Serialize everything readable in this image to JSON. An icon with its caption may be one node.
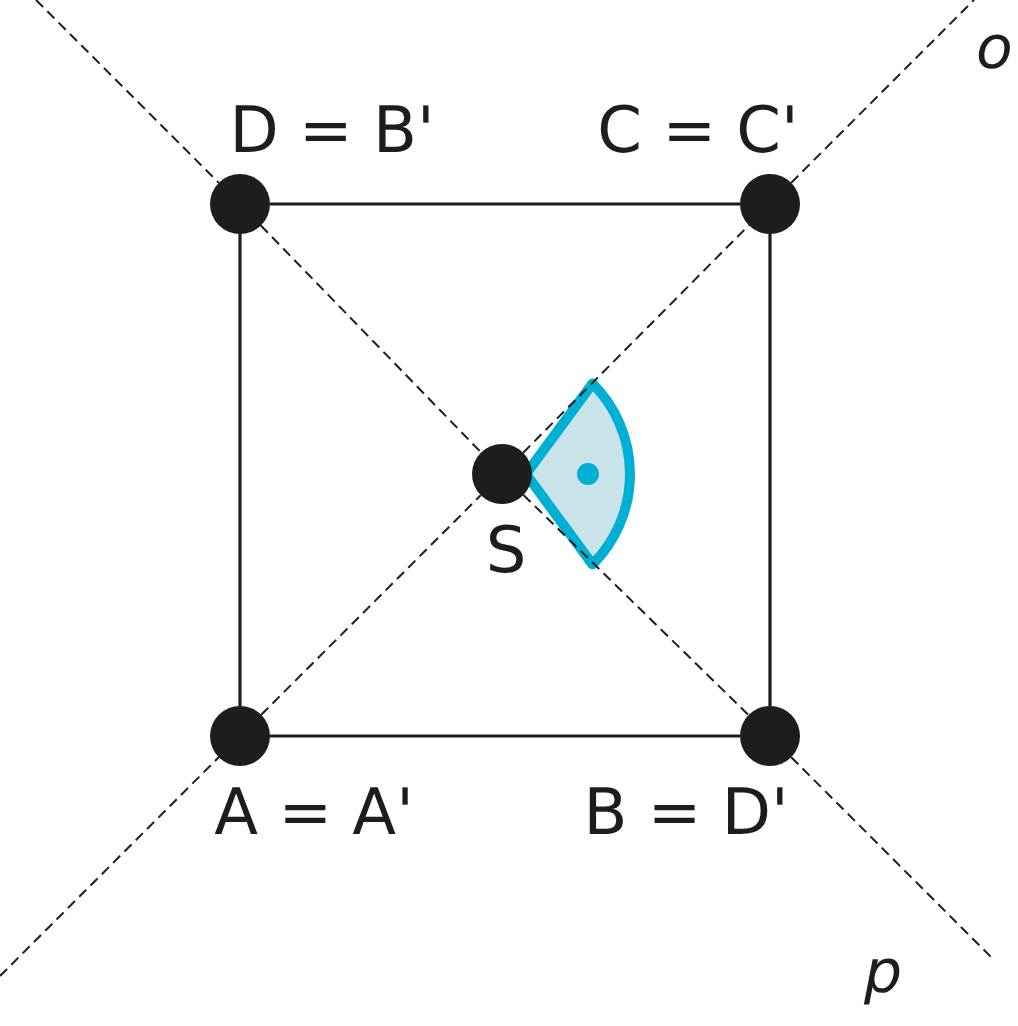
{
  "diagram": {
    "nodes": [
      {
        "text": [
          "D = B'"
        ]
      },
      {
        "text": [
          "C = C'"
        ]
      },
      {
        "text": [
          "S"
        ]
      },
      {
        "text": [
          "A = A'"
        ]
      },
      {
        "text": [
          "B = D'"
        ]
      }
    ],
    "edges": [
      {
        "from": 0,
        "to": 1,
        "arrow": "none"
      },
      {
        "from": 0,
        "to": 3,
        "arrow": "none"
      },
      {
        "from": 1,
        "to": 4,
        "arrow": "none"
      },
      {
        "from": 3,
        "to": 4,
        "arrow": "none"
      },
      {
        "from": 3,
        "to": 2,
        "arrow": "none",
        "style": "dashed"
      },
      {
        "from": 2,
        "to": 1,
        "arrow": "none",
        "style": "dashed"
      },
      {
        "from": 0,
        "to": 2,
        "arrow": "none",
        "style": "dashed"
      },
      {
        "from": 2,
        "to": 4,
        "arrow": "none",
        "style": "dashed"
      },
      {
        "from": null,
        "to": 3,
        "arrow": "none",
        "style": "dashed"
      },
      {
        "from": 1,
        "to": null,
        "arrow": "none",
        "style": "dashed"
      },
      {
        "from": null,
        "to": 0,
        "arrow": "none",
        "style": "dashed"
      },
      {
        "from": 4,
        "to": null,
        "arrow": "none",
        "style": "dashed"
      }
    ],
    "labels": [
      "o",
      "p"
    ]
  }
}
